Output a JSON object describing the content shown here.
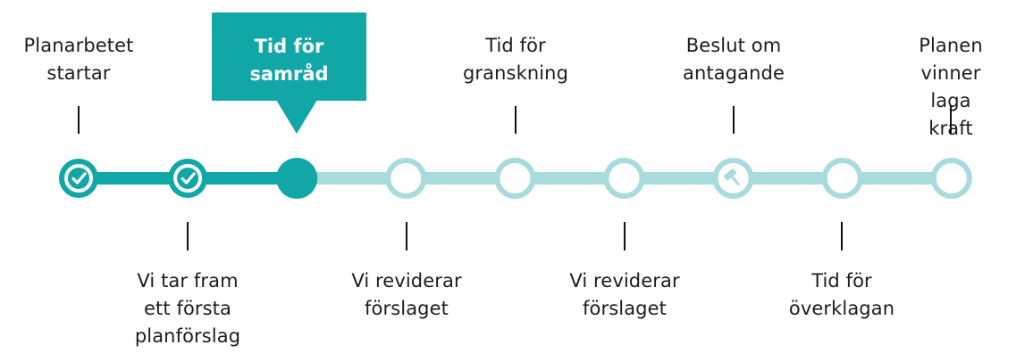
{
  "colors": {
    "teal": "#11a7a7",
    "teal_light": "#a9dbdc",
    "text": "#1c1c1c",
    "tick": "#111111",
    "white": "#ffffff"
  },
  "timeline": {
    "current_step": "Tid för samråd",
    "top_labels": [
      "Planarbetet\nstartar",
      "Tid för\nsamråd",
      "Tid för\ngranskning",
      "Beslut om\nantagande",
      "Planen vinner\nlaga kraft"
    ],
    "bottom_labels": [
      "Vi tar fram\nett första\nplanförslag",
      "Vi reviderar\nförslaget",
      "Vi reviderar\nförslaget",
      "Tid för\növerklagan"
    ],
    "nodes": [
      {
        "state": "completed",
        "icon": "checkmark-icon"
      },
      {
        "state": "completed",
        "icon": "checkmark-icon"
      },
      {
        "state": "current",
        "icon": ""
      },
      {
        "state": "upcoming",
        "icon": ""
      },
      {
        "state": "upcoming",
        "icon": ""
      },
      {
        "state": "upcoming",
        "icon": ""
      },
      {
        "state": "upcoming",
        "icon": "gavel-icon"
      },
      {
        "state": "upcoming",
        "icon": ""
      },
      {
        "state": "upcoming",
        "icon": ""
      }
    ]
  }
}
